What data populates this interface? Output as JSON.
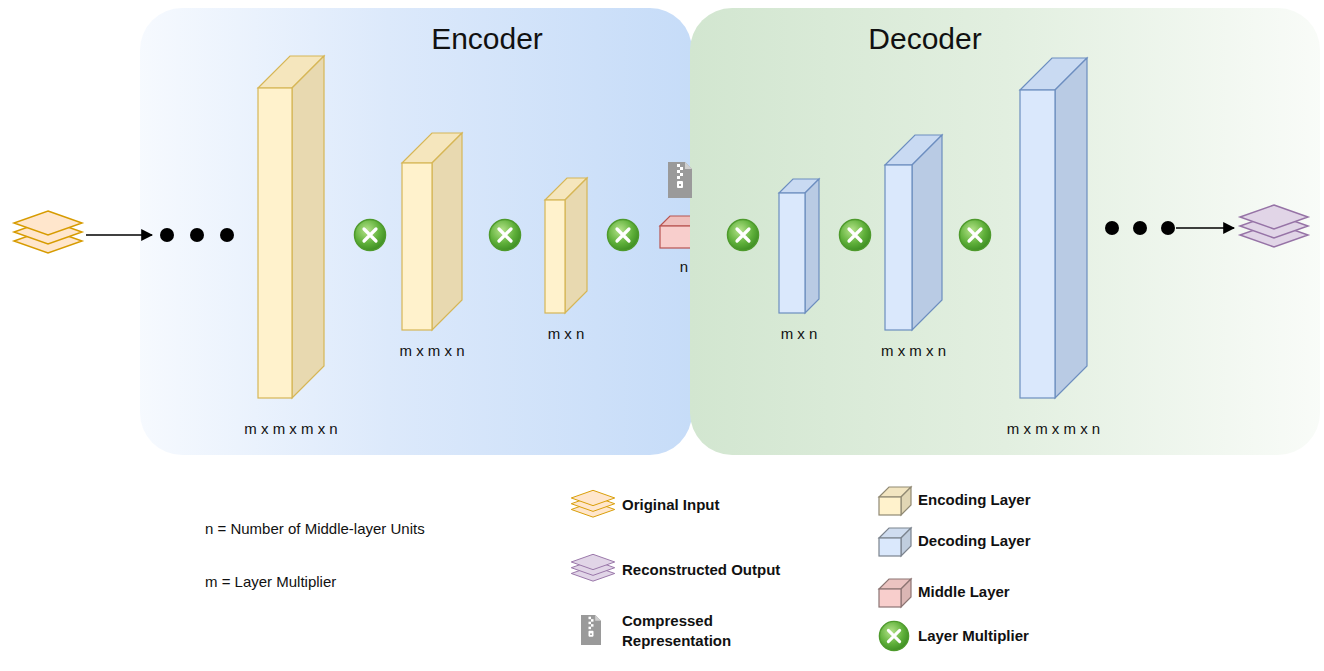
{
  "diagram": {
    "nodes": [
      {
        "text": [
          "Encoder"
        ]
      },
      {
        "text": [
          "m x m x m x n"
        ],
        "in": 0
      },
      {
        "text": [
          "m x m x n"
        ],
        "in": 0
      },
      {
        "text": [
          "m x n"
        ],
        "in": 0
      },
      {
        "text": [
          "n"
        ]
      },
      {
        "text": [
          "Decoder"
        ]
      },
      {
        "text": [
          "m x n"
        ],
        "in": 5
      },
      {
        "text": [
          "m x m x n"
        ],
        "in": 5
      },
      {
        "text": [
          "m x m x m x n"
        ],
        "in": 5
      }
    ],
    "labels": [
      "n = Number of Middle-layer Units",
      "m = Layer Multiplier"
    ],
    "legend": [
      {
        "text": "Original Input"
      },
      {
        "text": "Reconstructed Output"
      },
      {
        "text": "Compressed Representation"
      },
      {
        "text": "Encoding Layer",
        "color": "#fff2cc"
      },
      {
        "text": "Decoding Layer",
        "color": "#dae8fc"
      },
      {
        "text": "Middle Layer",
        "color": "#f8cecc"
      },
      {
        "text": "Layer Multiplier"
      }
    ]
  }
}
